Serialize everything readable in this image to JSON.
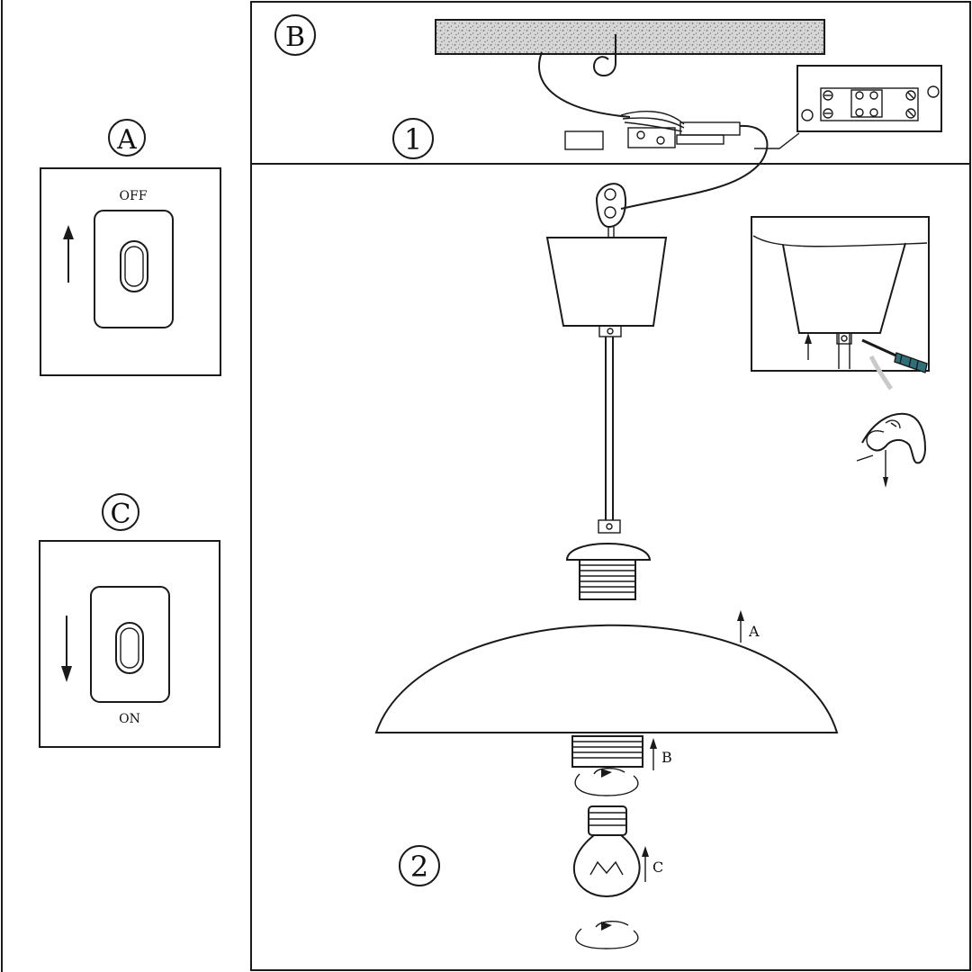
{
  "colors": {
    "line": "#1a1a1a",
    "ceiling_texture": "#b8b8b8",
    "paper": "#ffffff",
    "screwdriver": "#2f6f7a"
  },
  "panels": {
    "A": {
      "letter": "A",
      "switch_label": "OFF",
      "arrow": "up"
    },
    "C": {
      "letter": "C",
      "switch_label": "ON",
      "arrow": "down"
    },
    "B": {
      "letter": "B"
    }
  },
  "steps": {
    "step1": "1",
    "step2": "2"
  },
  "parts": {
    "arrow_a": "A",
    "arrow_b": "B",
    "arrow_c": "C"
  },
  "icons": [
    "switch-plate-icon",
    "up-arrow-icon",
    "down-arrow-icon",
    "ceiling-hook-icon",
    "terminal-block-icon",
    "screwdriver-icon",
    "hand-icon",
    "light-bulb-icon",
    "rotate-arrow-icon"
  ]
}
